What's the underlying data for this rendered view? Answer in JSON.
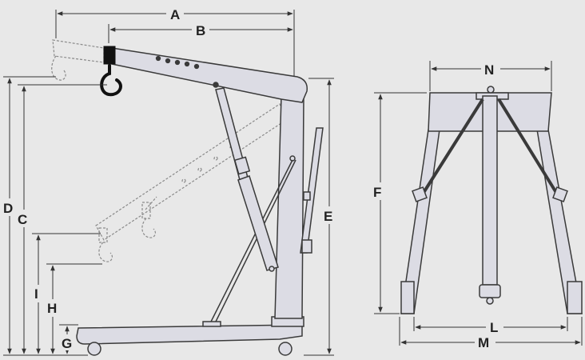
{
  "diagram": {
    "dimension_labels": {
      "A": "A",
      "B": "B",
      "C": "C",
      "D": "D",
      "E": "E",
      "F": "F",
      "G": "G",
      "H": "H",
      "I": "I",
      "L": "L",
      "M": "M",
      "N": "N"
    },
    "colors": {
      "background": "#e8e8e8",
      "part_fill": "#dcdce4",
      "outline": "#3a3a3a",
      "ghost": "#8a8a8a",
      "hook": "#111111",
      "dimension_line": "#333333"
    }
  }
}
